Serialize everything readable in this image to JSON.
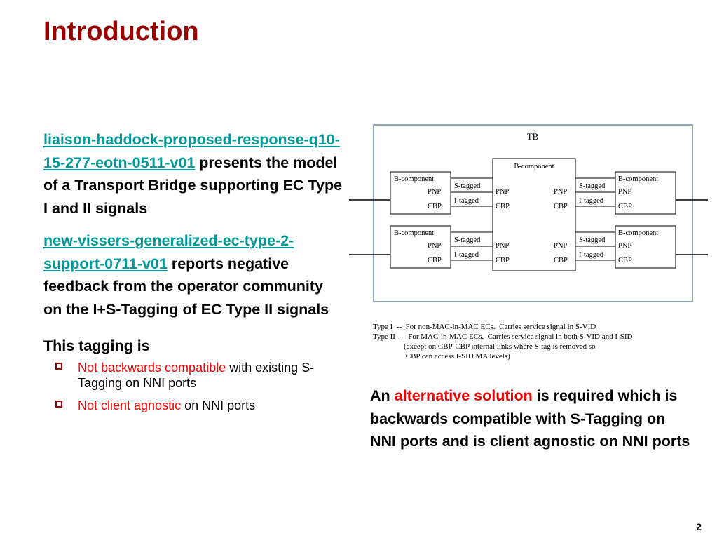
{
  "title": "Introduction",
  "para1": {
    "link": "liaison-haddock-proposed-response-q10-15-277-eotn-0511-v01",
    "text": " presents the model of a Transport Bridge supporting EC Type I and II signals"
  },
  "para2": {
    "link": "new-vissers-generalized-ec-type-2-support-0711-v01",
    "text": " reports negative feedback from the operator community on the I+S-Tagging of EC Type II signals"
  },
  "tagging": {
    "heading": "This tagging is",
    "bullets": [
      {
        "red": "Not backwards compatible",
        "rest": " with existing S-Tagging on NNI ports"
      },
      {
        "red": "Not client agnostic",
        "rest": " on NNI ports"
      }
    ]
  },
  "diagram": {
    "tb_label": "TB",
    "b_component": "B-component",
    "pnp": "PNP",
    "cbp": "CBP",
    "s_tagged": "S-tagged",
    "i_tagged": "I-tagged"
  },
  "legend": {
    "line1": "Type I  --  For non-MAC-in-MAC ECs.  Carries service signal in S-VID",
    "line2": "Type II  --  For MAC-in-MAC ECs.  Carries service signal in both S-VID and I-SID",
    "line3": "                (except on CBP-CBP internal links where S-tag is removed so",
    "line4": "                 CBP can access I-SID MA levels)"
  },
  "conclusion": {
    "pre": "An ",
    "red": "alternative solution",
    "post": " is required which is backwards compatible with S-Tagging on NNI ports and is client agnostic on NNI ports"
  },
  "page_number": "2",
  "colors": {
    "title": "#990000",
    "link": "#009999",
    "emphasis": "#ee0000",
    "diagram_border": "#6688aa"
  }
}
